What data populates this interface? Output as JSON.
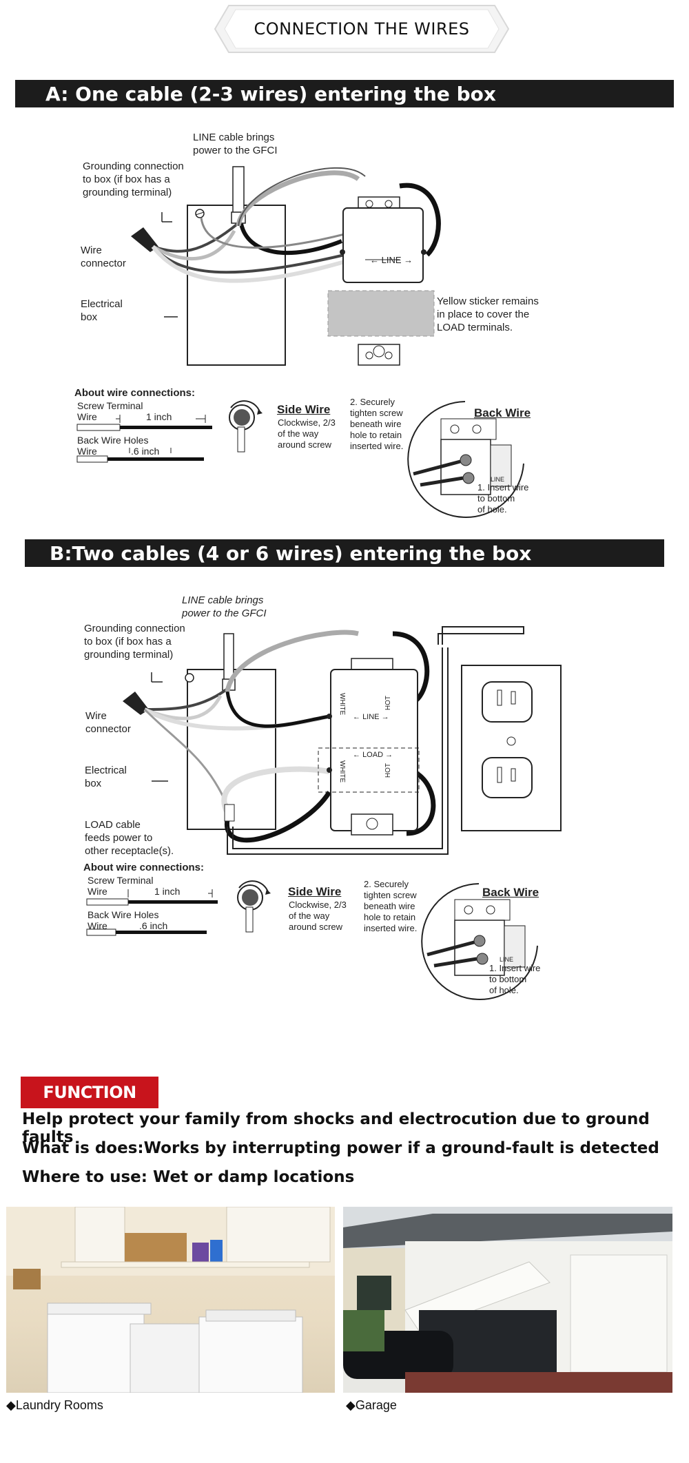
{
  "banner": {
    "title": "CONNECTION THE WIRES"
  },
  "sectionA": {
    "title": "A: One cable (2-3 wires) entering the box",
    "line_cable": "LINE cable brings\npower to the GFCI",
    "grounding": "Grounding connection\nto box (if box has a\ngrounding terminal)",
    "wire_connector": "Wire\nconnector",
    "electrical_box": "Electrical\nbox",
    "line_label": "LINE",
    "yellow_sticker": "Yellow sticker remains\nin place to cover the\nLOAD terminals."
  },
  "wire_connections": {
    "heading": "About wire connections:",
    "screw_terminal": "Screw Terminal",
    "wire": "Wire",
    "one_inch": "1 inch",
    "back_wire_holes": "Back Wire Holes",
    "six_inch": ".6 inch",
    "side_wire_title": "Side Wire",
    "side_wire_desc": "Clockwise, 2/3\nof the way\naround screw",
    "securely": "2.  Securely\n     tighten screw\n     beneath wire\n     hole to retain\n     inserted wire.",
    "back_wire_title": "Back Wire",
    "insert_wire": "1.  Insert wire\n     to bottom\n     of hole.",
    "line_tiny": "LINE"
  },
  "sectionB": {
    "title": "B:Two cables (4 or 6 wires) entering the box",
    "line_cable": "LINE cable brings\npower to the GFCI",
    "grounding": "Grounding connection\nto box (if box has a\ngrounding terminal)",
    "wire_connector": "Wire\nconnector",
    "electrical_box": "Electrical\nbox",
    "load_cable": "LOAD cable\nfeeds power to\nother receptacle(s).",
    "line_label": "LINE",
    "load_label": "LOAD",
    "white": "WHITE",
    "hot": "HOT"
  },
  "function": {
    "tag": "FUNCTION",
    "line1": "Help protect your family from shocks and electrocution due to ground faults",
    "line2": "What is does:Works by interrupting power if a ground-fault is detected",
    "line3": "Where to use:  Wet or damp locations"
  },
  "photos": {
    "laundry_caption": "◆Laundry Rooms",
    "garage_caption": "◆Garage"
  },
  "colors": {
    "bar": "#1c1c1c",
    "function_red": "#c8141c",
    "sticker_gray": "#c4c4c4"
  }
}
